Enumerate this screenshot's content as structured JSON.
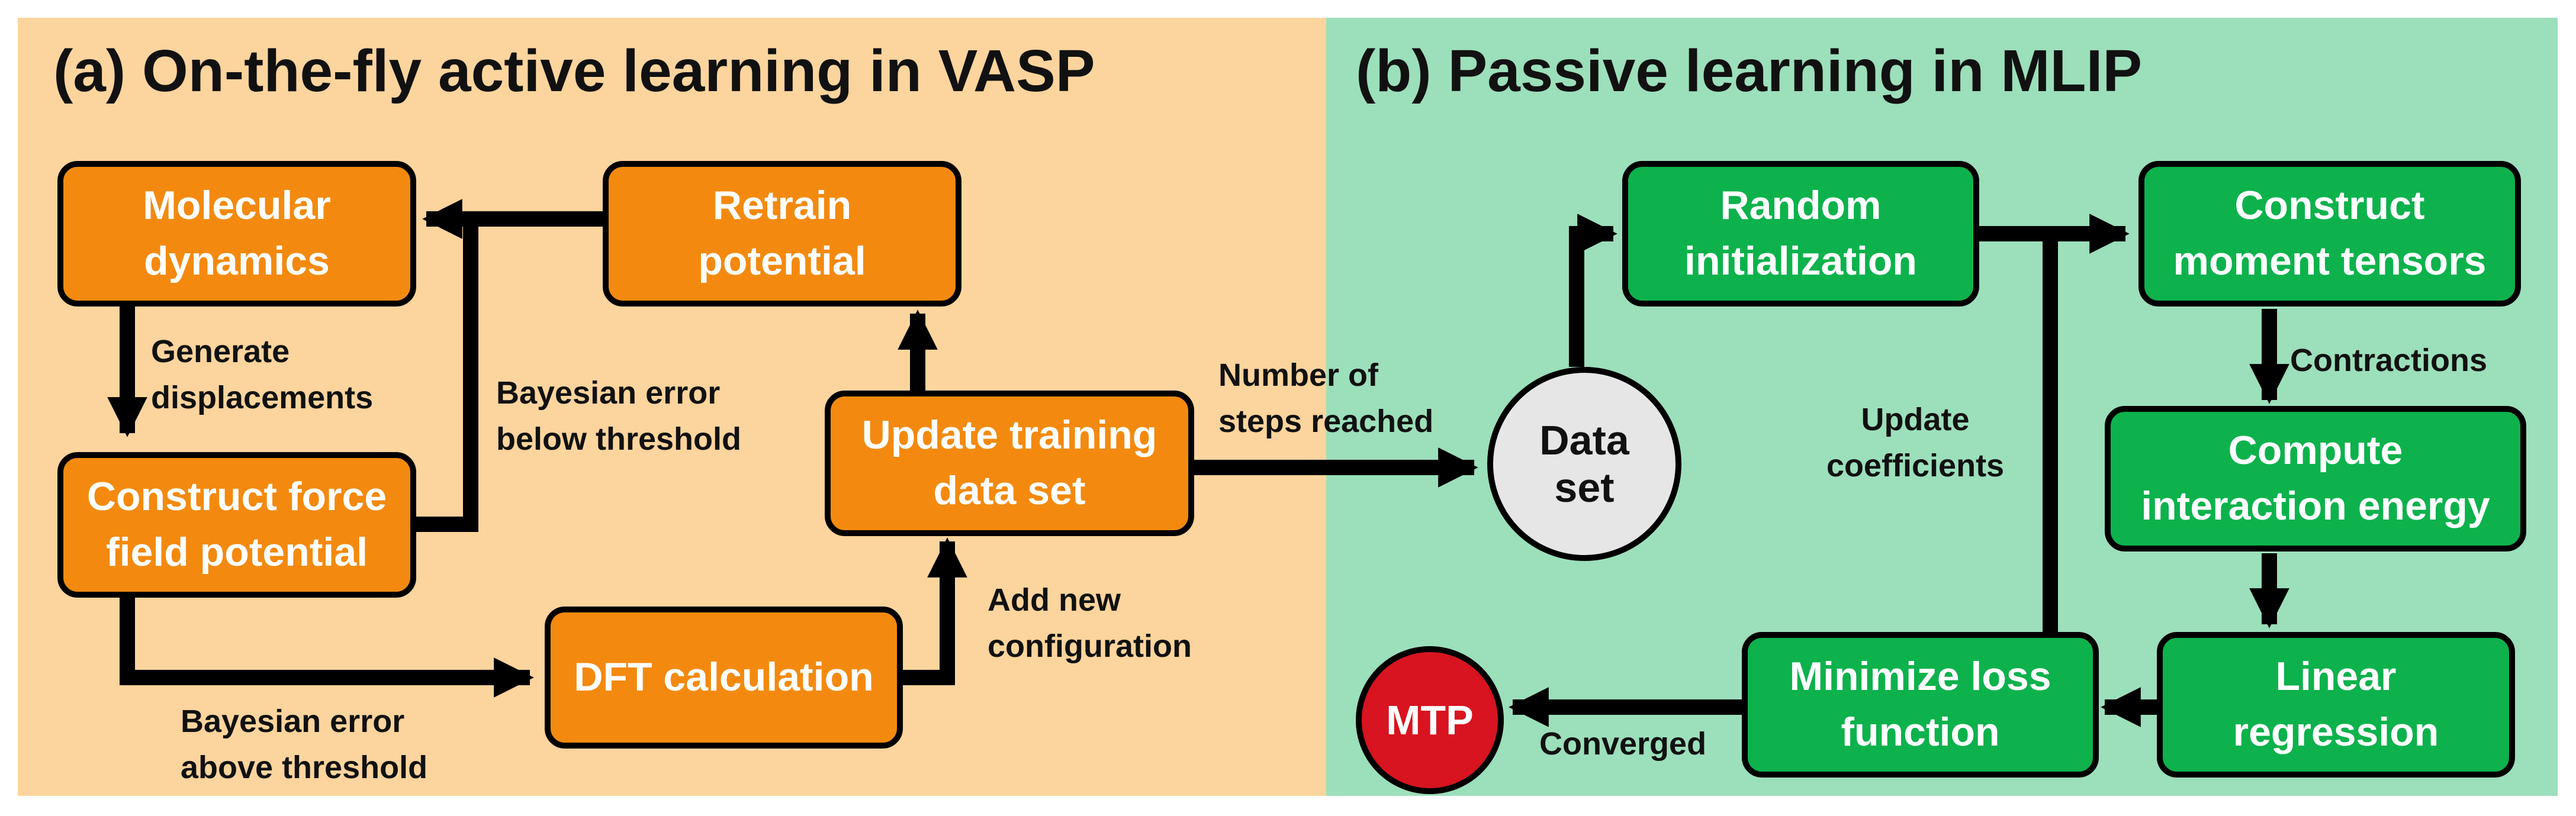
{
  "panel_a": {
    "title": "(a) On-the-fly active learning in VASP",
    "boxes": {
      "md": [
        "Molecular",
        "dynamics"
      ],
      "retrain": [
        "Retrain",
        "potential"
      ],
      "construct_ff": [
        "Construct force",
        "field potential"
      ],
      "update_training": [
        "Update training",
        "data set"
      ],
      "dft": [
        "DFT calculation"
      ]
    },
    "labels": {
      "generate_displacements": [
        "Generate",
        "displacements"
      ],
      "bayesian_below": [
        "Bayesian error",
        "below threshold"
      ],
      "bayesian_above": [
        "Bayesian error",
        "above threshold"
      ],
      "add_new_configuration": [
        "Add new",
        "configuration"
      ],
      "number_of_steps": [
        "Number of",
        "steps reached"
      ]
    },
    "color": "#f38a0f",
    "background": "#fcd49d"
  },
  "panel_b": {
    "title": "(b) Passive learning in MLIP",
    "boxes": {
      "random_init": [
        "Random",
        "initialization"
      ],
      "construct_moment": [
        "Construct",
        "moment tensors"
      ],
      "compute_energy": [
        "Compute",
        "interaction energy"
      ],
      "linear_regression": [
        "Linear",
        "regression"
      ],
      "minimize_loss": [
        "Minimize loss",
        "function"
      ]
    },
    "labels": {
      "contractions": [
        "Contractions"
      ],
      "update_coefficients": [
        "Update",
        "coefficients"
      ],
      "converged": [
        "Converged"
      ]
    },
    "data_set": [
      "Data",
      "set"
    ],
    "mtp": [
      "MTP"
    ],
    "color": "#0db24c",
    "background": "#9cdfbb"
  }
}
